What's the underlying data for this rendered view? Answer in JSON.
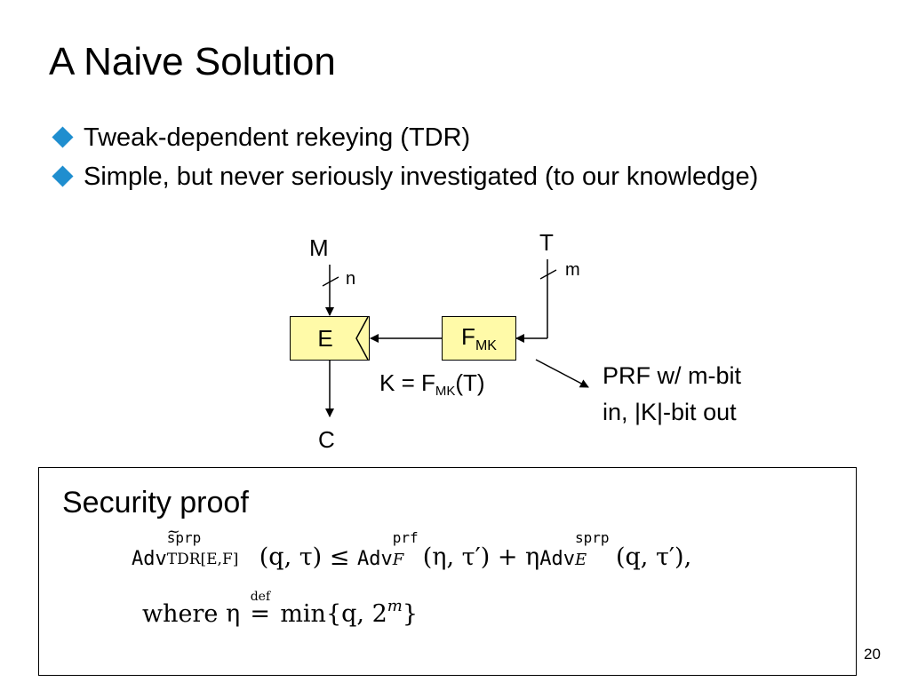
{
  "slide": {
    "title": "A Naive Solution",
    "bullets": [
      "Tweak-dependent rekeying (TDR)",
      "Simple, but never seriously investigated (to our knowledge)"
    ],
    "page_number": "20"
  },
  "diagram": {
    "input_m": "M",
    "input_t": "T",
    "width_n": "n",
    "width_m": "m",
    "box_e": "E",
    "box_f": "F",
    "box_f_sub": "MK",
    "key_label_prefix": "K = F",
    "key_label_sub": "MK",
    "key_label_suffix": "(T)",
    "output_c": "C",
    "note_line1": "PRF w/ m-bit",
    "note_line2": "in, |K|-bit out"
  },
  "proof": {
    "title": "Security proof",
    "adv": "Adv",
    "sprp_tilde": "sprp",
    "tdr_sub": "TDR[E,F]",
    "lhs_args": "(q, τ)",
    "leq": "≤",
    "prf": "prf",
    "sub_f": "F",
    "prf_args": "(η, τ′)",
    "plus_eta": "+ η",
    "sprp": "sprp",
    "sub_e": "E",
    "sprp_args": "(q, τ′),",
    "where": "where η",
    "def": "def",
    "eq": "=",
    "min_expr": "min{q, 2",
    "min_exp": "m",
    "min_close": "}"
  },
  "colors": {
    "bullet_diamond": "#1f8ecf",
    "box_fill": "#fffaa8"
  }
}
